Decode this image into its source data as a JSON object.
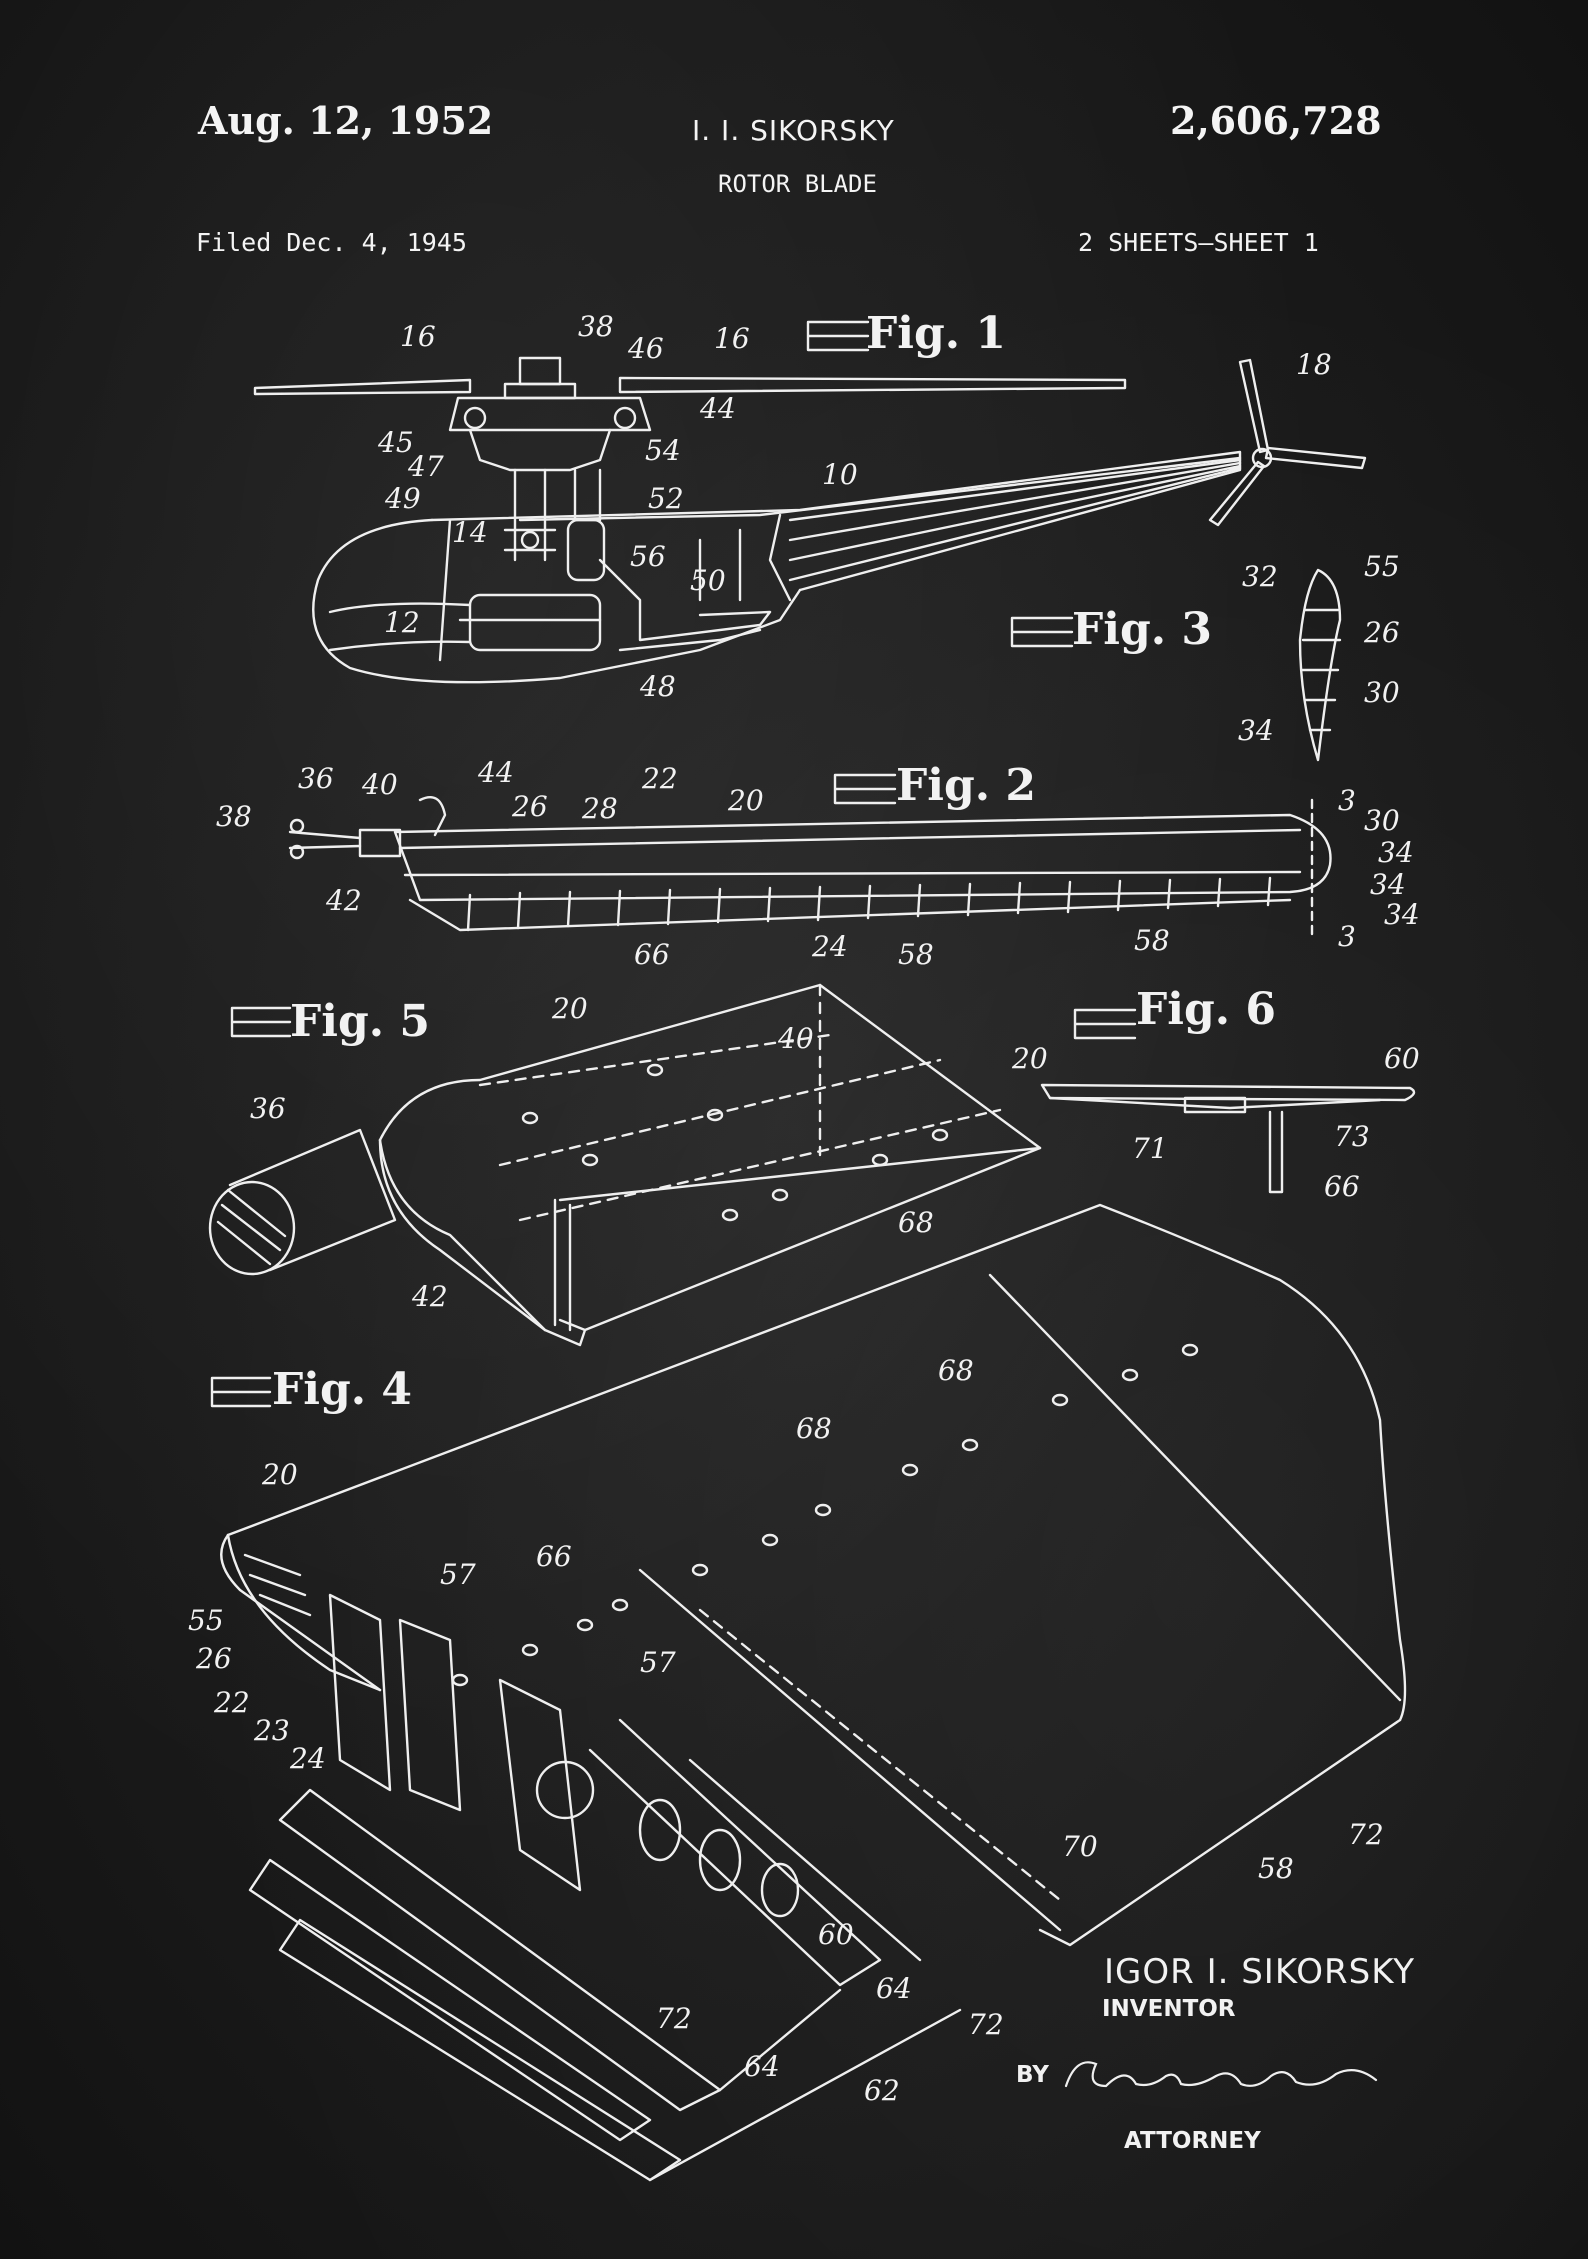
{
  "header": {
    "date": "Aug. 12, 1952",
    "inventor": "I. I. SIKORSKY",
    "patent_number": "2,606,728",
    "title": "ROTOR BLADE",
    "filed": "Filed Dec. 4, 1945",
    "sheets": "2 SHEETS—SHEET 1"
  },
  "figures": {
    "fig1": {
      "label": "Fig. 1",
      "refs": [
        "16",
        "38",
        "46",
        "16",
        "44",
        "45",
        "47",
        "49",
        "54",
        "52",
        "10",
        "18",
        "14",
        "56",
        "50",
        "12",
        "48"
      ]
    },
    "fig2": {
      "label": "Fig. 2",
      "refs": [
        "36",
        "40",
        "44",
        "22",
        "26",
        "28",
        "20",
        "38",
        "42",
        "66",
        "24",
        "58",
        "58",
        "3",
        "30",
        "34",
        "34",
        "34",
        "3"
      ]
    },
    "fig3": {
      "label": "Fig. 3",
      "refs": [
        "32",
        "55",
        "26",
        "30",
        "34"
      ]
    },
    "fig4": {
      "label": "Fig. 4",
      "refs": [
        "20",
        "68",
        "68",
        "57",
        "66",
        "55",
        "26",
        "22",
        "23",
        "24",
        "57",
        "70",
        "72",
        "58",
        "60",
        "64",
        "72",
        "72",
        "64",
        "62"
      ]
    },
    "fig5": {
      "label": "Fig. 5",
      "refs": [
        "20",
        "40",
        "36",
        "68",
        "42"
      ]
    },
    "fig6": {
      "label": "Fig. 6",
      "refs": [
        "20",
        "60",
        "71",
        "73",
        "66"
      ]
    }
  },
  "signature": {
    "inventor_name": "IGOR I. SIKORSKY",
    "inventor_role": "INVENTOR",
    "by": "BY",
    "attorney_signature": "Charles L. Shelton",
    "attorney_role": "ATTORNEY"
  },
  "colors": {
    "background": "#1b1b1b",
    "ink": "#f2f2f2"
  }
}
